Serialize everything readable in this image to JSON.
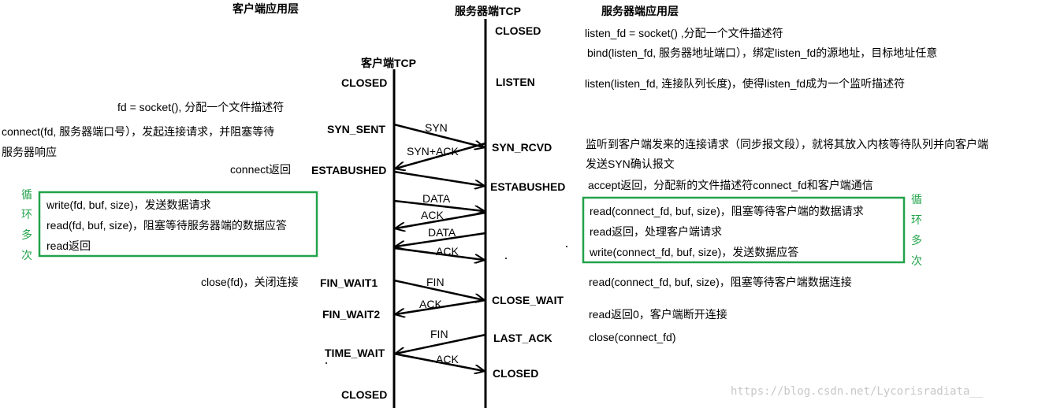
{
  "headers": {
    "client_app": "客户端应用层",
    "server_tcp": "服务器端TCP",
    "server_app": "服务器端应用层",
    "client_tcp": "客户端TCP"
  },
  "client_states": {
    "closed_top": "CLOSED",
    "syn_sent": "SYN_SENT",
    "established": "ESTABUSHED",
    "fin_wait1": "FIN_WAIT1",
    "fin_wait2": "FIN_WAIT2",
    "time_wait": "TIME_WAIT",
    "closed_bottom": "CLOSED"
  },
  "server_states": {
    "closed_top": "CLOSED",
    "listen": "LISTEN",
    "syn_rcvd": "SYN_RCVD",
    "established": "ESTABUSHED",
    "close_wait": "CLOSE_WAIT",
    "last_ack": "LAST_ACK",
    "closed_bottom": "CLOSED"
  },
  "messages": {
    "syn": "SYN",
    "syn_ack": "SYN+ACK",
    "data1": "DATA",
    "ack1": "ACK",
    "data2": "DATA",
    "ack2": "ACK",
    "fin1": "FIN",
    "ack3": "ACK",
    "fin2": "FIN",
    "ack4": "ACK"
  },
  "client_notes": {
    "socket": "fd = socket(), 分配一个文件描述符",
    "connect_line1": "connect(fd, 服务器端口号），发起连接请求，并阻塞等待",
    "connect_line2": "服务器响应",
    "connect_return": "connect返回",
    "loop_write": "write(fd, buf, size)，发送数据请求",
    "loop_read": "read(fd, buf, size)，阻塞等待服务器端的数据应答",
    "loop_read_return": "read返回",
    "close": "close(fd)，关闭连接"
  },
  "server_notes": {
    "listen_fd": "listen_fd = socket() ,分配一个文件描述符",
    "bind": "bind(listen_fd, 服务器地址端口），绑定listen_fd的源地址，目标地址任意",
    "listen": "listen(listen_fd, 连接队列长度)，使得listen_fd成为一个监听描述符",
    "syn_rcvd_line1": "监听到客户端发来的连接请求（同步报文段），就将其放入内核等待队列并向客户端",
    "syn_rcvd_line2": "发送SYN确认报文",
    "accept": "accept返回，分配新的文件描述符connect_fd和客户端通信",
    "loop_read": "read(connect_fd, buf, size)，阻塞等待客户端的数据请求",
    "loop_read_return": "read返回，处理客户端请求",
    "loop_write": "write(connect_fd, buf, size)，发送数据应答",
    "read_wait": "read(connect_fd, buf, size)，阻塞等待客户端数据连接",
    "read_zero": "read返回0，客户端断开连接",
    "close": "close(connect_fd)"
  },
  "loop_label": [
    "循",
    "环",
    "多",
    "次"
  ],
  "watermark": "https://blog.csdn.net/Lycorisradiata__",
  "colors": {
    "loop_box": "#22a34a",
    "watermark": "#c8c8c8"
  }
}
